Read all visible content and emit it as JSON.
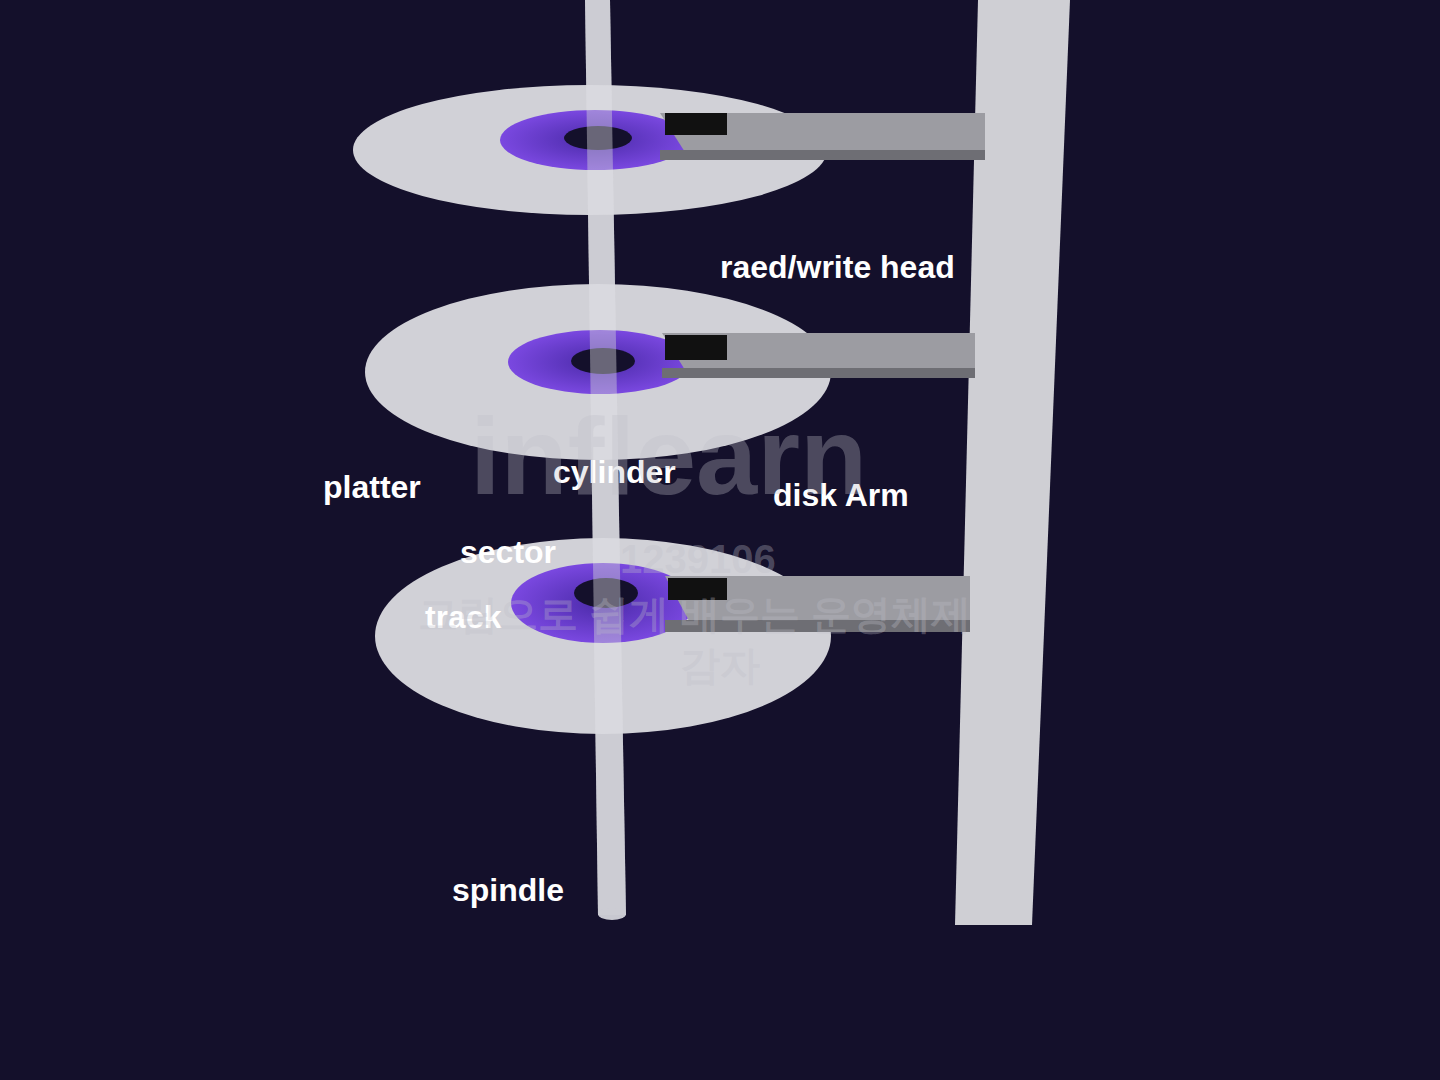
{
  "diagram": {
    "labels": [
      "raed/write head",
      "platter",
      "cylinder",
      "disk Arm",
      "sector",
      "track",
      "spindle",
      "inflearn",
      "1239106",
      "그림으로 쉽게 배우는 운영체제",
      "감자"
    ]
  }
}
